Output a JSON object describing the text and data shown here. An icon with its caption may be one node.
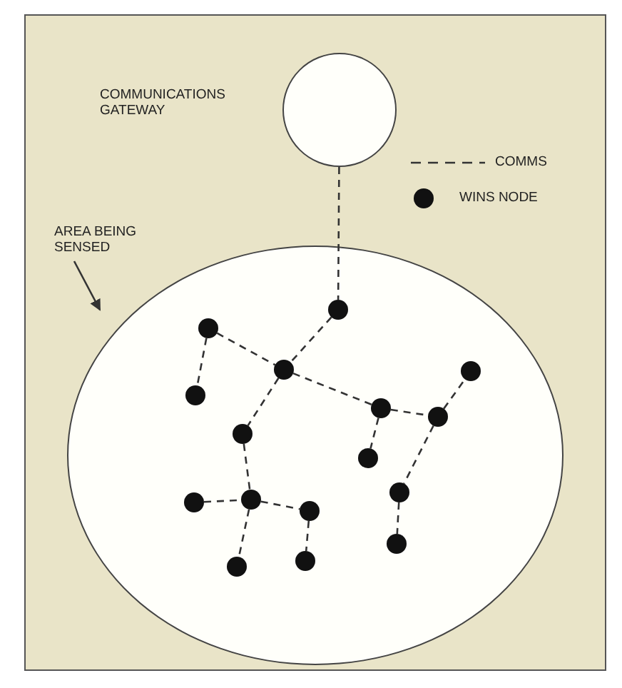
{
  "diagram": {
    "nodes": [
      {
        "text": [],
        "shape": "circle"
      },
      {
        "text": [
          "AREA BEING SENSED"
        ]
      },
      {
        "text": [],
        "shape": "circle"
      },
      {
        "text": [],
        "shape": "circle",
        "in": 2
      },
      {
        "text": [],
        "shape": "circle",
        "in": 2
      },
      {
        "text": [],
        "shape": "circle",
        "in": 2
      },
      {
        "text": [],
        "shape": "circle",
        "in": 2
      },
      {
        "text": [],
        "shape": "circle",
        "in": 2
      },
      {
        "text": [],
        "shape": "circle",
        "in": 2
      },
      {
        "text": [],
        "shape": "circle",
        "in": 2
      },
      {
        "text": [],
        "shape": "circle",
        "in": 2
      },
      {
        "text": [],
        "shape": "circle",
        "in": 2
      },
      {
        "text": [],
        "shape": "circle",
        "in": 2
      },
      {
        "text": [],
        "shape": "circle",
        "in": 2
      },
      {
        "text": [],
        "shape": "circle",
        "in": 2
      },
      {
        "text": [],
        "shape": "circle",
        "in": 2
      },
      {
        "text": [],
        "shape": "circle",
        "in": 2
      },
      {
        "text": [],
        "shape": "circle",
        "in": 2
      },
      {
        "text": [],
        "shape": "circle",
        "in": 2
      }
    ],
    "edges": [
      {
        "from": 0,
        "to": 3,
        "arrow": "none",
        "style": "dashed"
      },
      {
        "from": 1,
        "to": 2,
        "arrow": "to"
      },
      {
        "from": 3,
        "to": 5,
        "arrow": "none",
        "style": "dashed"
      },
      {
        "from": 4,
        "to": 5,
        "arrow": "none",
        "style": "dashed"
      },
      {
        "from": 4,
        "to": 7,
        "arrow": "none",
        "style": "dashed"
      },
      {
        "from": 5,
        "to": 8,
        "arrow": "none",
        "style": "dashed"
      },
      {
        "from": 8,
        "to": 9,
        "arrow": "none",
        "style": "dashed"
      },
      {
        "from": 9,
        "to": 6,
        "arrow": "none",
        "style": "dashed"
      },
      {
        "from": 8,
        "to": 11,
        "arrow": "none",
        "style": "dashed"
      },
      {
        "from": 9,
        "to": 12,
        "arrow": "none",
        "style": "dashed"
      },
      {
        "from": 12,
        "to": 16,
        "arrow": "none",
        "style": "dashed"
      },
      {
        "from": 5,
        "to": 10,
        "arrow": "none",
        "style": "dashed"
      },
      {
        "from": 10,
        "to": 13,
        "arrow": "none",
        "style": "dashed"
      },
      {
        "from": 14,
        "to": 13,
        "arrow": "none",
        "style": "dashed"
      },
      {
        "from": 13,
        "to": 15,
        "arrow": "none",
        "style": "dashed"
      },
      {
        "from": 15,
        "to": 17,
        "arrow": "none",
        "style": "dashed"
      },
      {
        "from": 13,
        "to": 18,
        "arrow": "none",
        "style": "dashed"
      }
    ],
    "labels": [
      "COMMUNICATIONS GATEWAY"
    ],
    "legend": [
      {
        "text": "COMMS"
      },
      {
        "text": "WINS NODE"
      }
    ]
  }
}
